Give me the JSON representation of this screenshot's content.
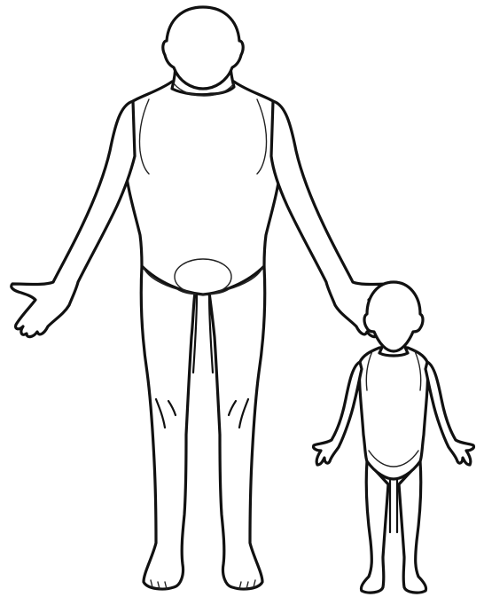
{
  "figures": [
    {
      "name": "adult",
      "style": "line-art outline",
      "view": "front"
    },
    {
      "name": "child",
      "style": "line-art outline",
      "view": "front"
    }
  ],
  "colors": {
    "background": "#ffffff",
    "line": "#111111"
  }
}
